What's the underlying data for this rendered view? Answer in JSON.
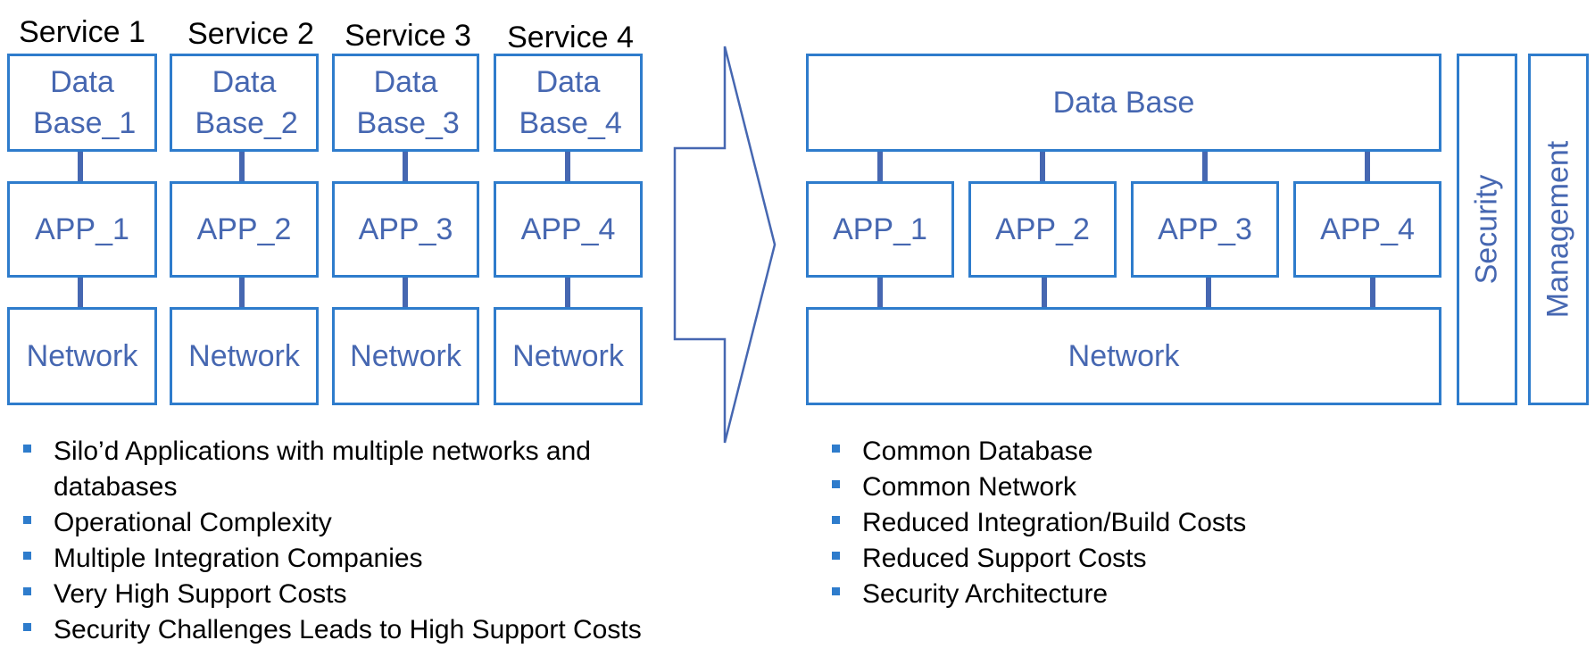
{
  "left": {
    "services": [
      {
        "title": "Service 1",
        "database": "Data Base_1",
        "app": "APP_1",
        "network": "Network"
      },
      {
        "title": "Service 2",
        "database": "Data Base_2",
        "app": "APP_2",
        "network": "Network"
      },
      {
        "title": "Service 3",
        "database": "Data Base_3",
        "app": "APP_3",
        "network": "Network"
      },
      {
        "title": "Service 4",
        "database": "Data Base_4",
        "app": "APP_4",
        "network": "Network"
      }
    ],
    "bullets": [
      "Silo’d Applications with multiple networks and databases",
      "Operational Complexity",
      "Multiple Integration Companies",
      "Very High Support Costs",
      "Security Challenges Leads to High Support Costs"
    ]
  },
  "right": {
    "database": "Data Base",
    "apps": [
      "APP_1",
      "APP_2",
      "APP_3",
      "APP_4"
    ],
    "network": "Network",
    "security": "Security",
    "management": "Management",
    "bullets": [
      "Common Database",
      "Common Network",
      "Reduced Integration/Build Costs",
      "Reduced Support Costs",
      "Security Architecture"
    ]
  },
  "colors": {
    "box_border": "#2e7ccc",
    "label_text": "#4667b1",
    "connector": "#4667b1",
    "arrow": "#4667b1"
  }
}
